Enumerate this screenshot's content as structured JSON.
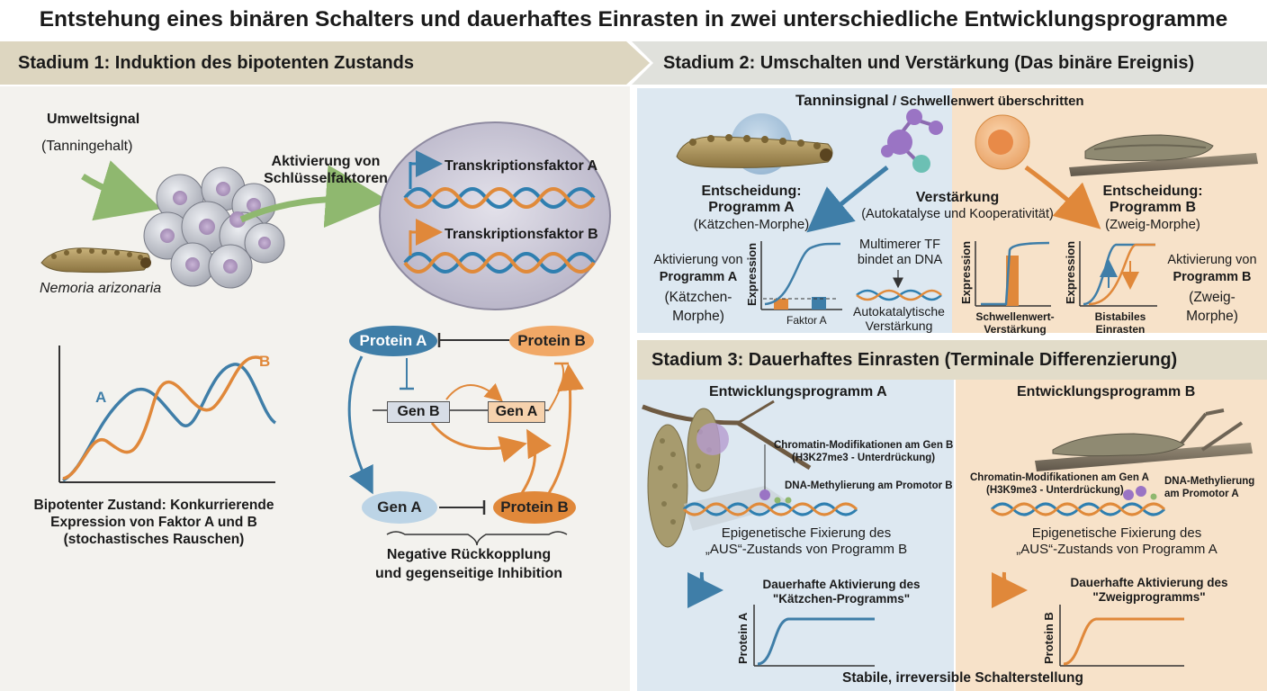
{
  "title": "Entstehung eines binären Schalters und dauerhaftes Einrasten in zwei unterschiedliche Entwicklungsprogramme",
  "stage1": {
    "heading": "Stadium 1: Induktion des bipotenten Zustands",
    "signal_label": "Umweltsignal",
    "signal_sub": "(Tanningehalt)",
    "organism": "Nemoria arizonaria",
    "activation_line1": "Aktivierung von",
    "activation_line2": "Schlüsselfaktoren",
    "tf_a": "Transkriptionsfaktor A",
    "tf_b": "Transkriptionsfaktor B",
    "curve_label_a": "A",
    "curve_label_b": "B",
    "bipotent_line1": "Bipotenter Zustand: Konkurrierende",
    "bipotent_line2": "Expression von Faktor A und B",
    "bipotent_line3": "(stochastisches Rauschen)",
    "protein_a": "Protein A",
    "protein_b": "Protein B",
    "gen_b": "Gen B",
    "gen_a": "Gen A",
    "gen_a_bottom": "Gen A",
    "protein_b_bottom": "Protein B",
    "feedback_line1": "Negative Rückkopplung",
    "feedback_line2": "und gegenseitige Inhibition"
  },
  "stage2": {
    "heading": "Stadium 2: Umschalten und Verstärkung (Das binäre Ereignis)",
    "signal_bold": "Tanninsignal",
    "signal_rest": "/ Schwellenwert überschritten",
    "decision_a_line1": "Entscheidung:",
    "decision_a_line2": "Programm A",
    "decision_a_sub": "(Kätzchen-Morphe)",
    "decision_b_line1": "Entscheidung:",
    "decision_b_line2": "Programm B",
    "decision_b_sub": "(Zweig-Morphe)",
    "amplification": "Verstärkung",
    "amplification_sub": "(Autokatalyse und Kooperativität)",
    "act_a_line1": "Aktivierung von",
    "act_a_line2": "Programm A",
    "act_a_line3": "(Kätzchen-",
    "act_a_line4": "Morphe)",
    "act_b_line1": "Aktivierung von",
    "act_b_line2": "Programm B",
    "act_b_line3": "(Zweig-",
    "act_b_line4": "Morphe)",
    "expression_label": "Expression",
    "factor_a": "Faktor A",
    "multimer_line1": "Multimerer TF",
    "multimer_line2": "bindet an DNA",
    "autocat_line1": "Autokatalytische",
    "autocat_line2": "Verstärkung",
    "threshold_line1": "Schwellenwert-",
    "threshold_line2": "Verstärkung",
    "bistable_line1": "Bistabiles",
    "bistable_line2": "Einrasten"
  },
  "stage3": {
    "heading": "Stadium 3: Dauerhaftes Einrasten (Terminale Differenzierung)",
    "program_a": "Entwicklungsprogramm A",
    "program_b": "Entwicklungsprogramm B",
    "chromatin_a_line1": "Chromatin-Modifikationen am Gen B",
    "chromatin_a_line2": "(H3K27me3 - Unterdrückung)",
    "methyl_a": "DNA-Methylierung am Promotor B",
    "fix_a_line1": "Epigenetische Fixierung des",
    "fix_a_line2": "„AUS“-Zustands von Programm B",
    "perm_a_line1": "Dauerhafte Aktivierung des",
    "perm_a_line2": "\"Kätzchen-Programms\"",
    "protein_a_axis": "Protein A",
    "chromatin_b_line1": "Chromatin-Modifikationen am Gen A",
    "chromatin_b_line2": "(H3K9me3 - Unterdrückung)",
    "methyl_b_line1": "DNA-Methylierung",
    "methyl_b_line2": "am Promotor A",
    "fix_b_line1": "Epigenetische Fixierung des",
    "fix_b_line2": "„AUS“-Zustands von Programm A",
    "perm_b_line1": "Dauerhafte Aktivierung des",
    "perm_b_line2": "\"Zweigprogramms\"",
    "protein_b_axis": "Protein B",
    "footer": "Stabile, irreversible Schalterstellung"
  },
  "colors": {
    "blue": "#3f7ea8",
    "orange": "#e0883a",
    "green_arrow": "#8fb86f"
  }
}
